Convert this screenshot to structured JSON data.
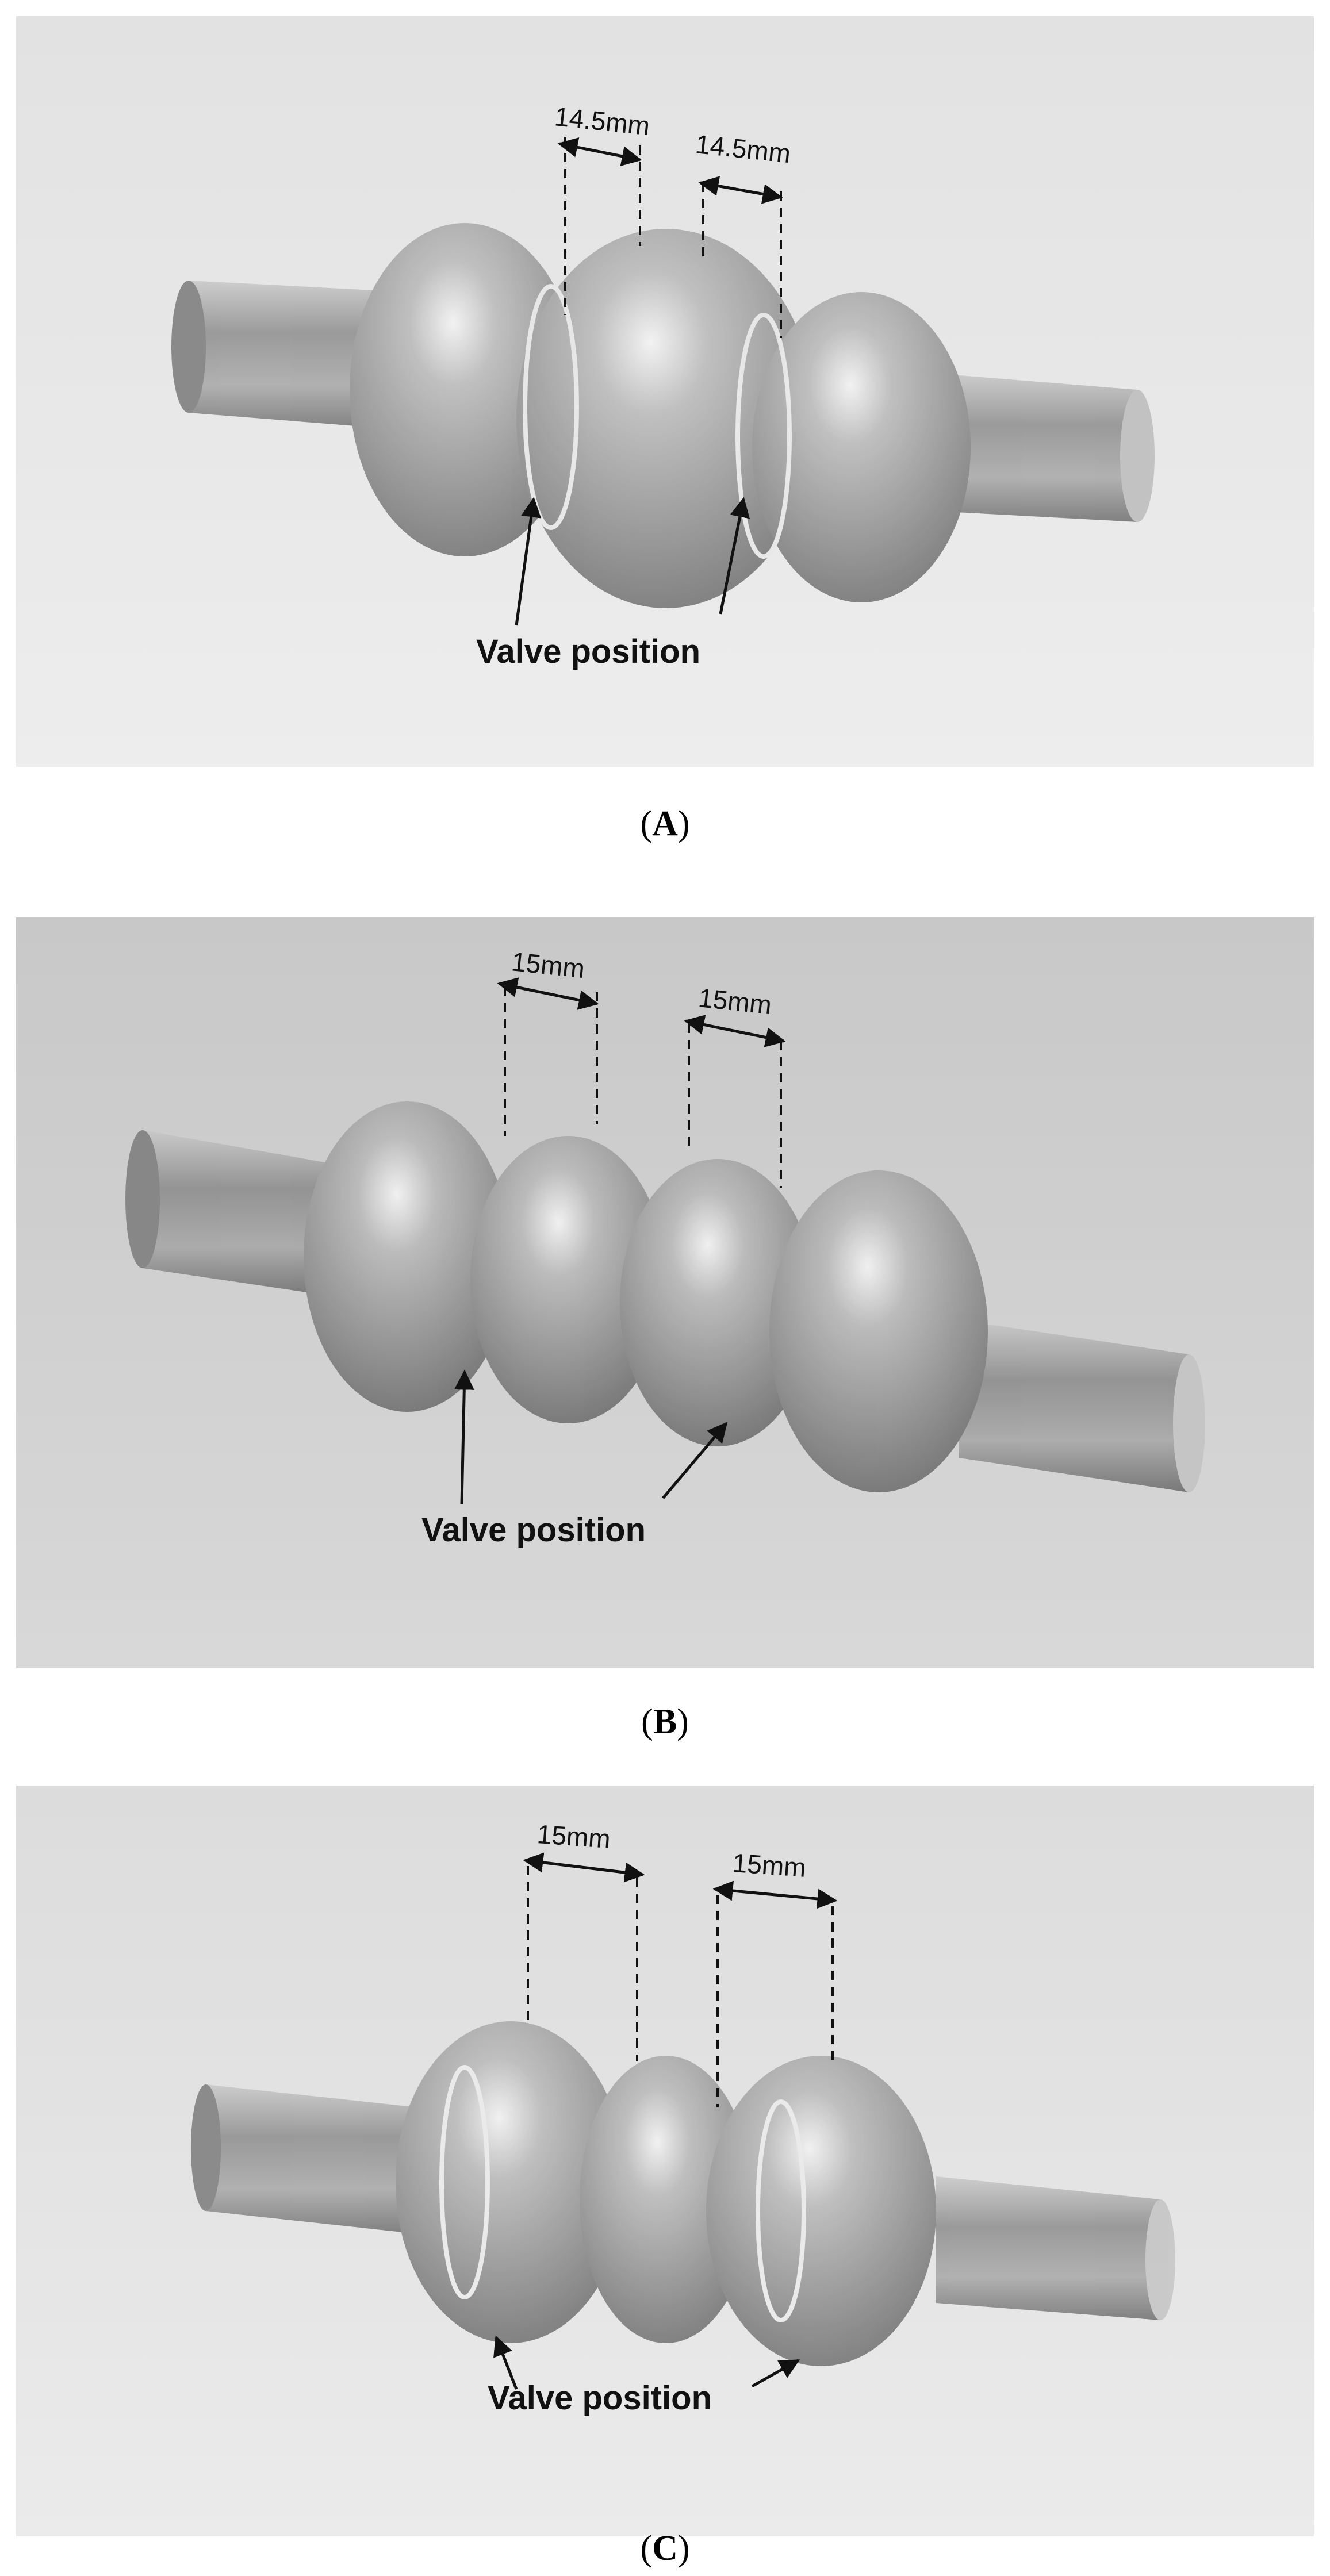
{
  "panels": [
    {
      "id": "A",
      "dimension_labels": [
        "14.5mm",
        "14.5mm"
      ],
      "annotation": "Valve position",
      "caption_letter": "A"
    },
    {
      "id": "B",
      "dimension_labels": [
        "15mm",
        "15mm"
      ],
      "annotation": "Valve position",
      "caption_letter": "B"
    },
    {
      "id": "C",
      "dimension_labels": [
        "15mm",
        "15mm"
      ],
      "annotation": "Valve position",
      "caption_letter": "C"
    }
  ],
  "colors": {
    "background_a": "#e6e6e6",
    "background_b": "#cfcfcf",
    "background_c": "#e4e4e4",
    "tube_body": "#9a9a9a",
    "arrow": "#111111"
  }
}
